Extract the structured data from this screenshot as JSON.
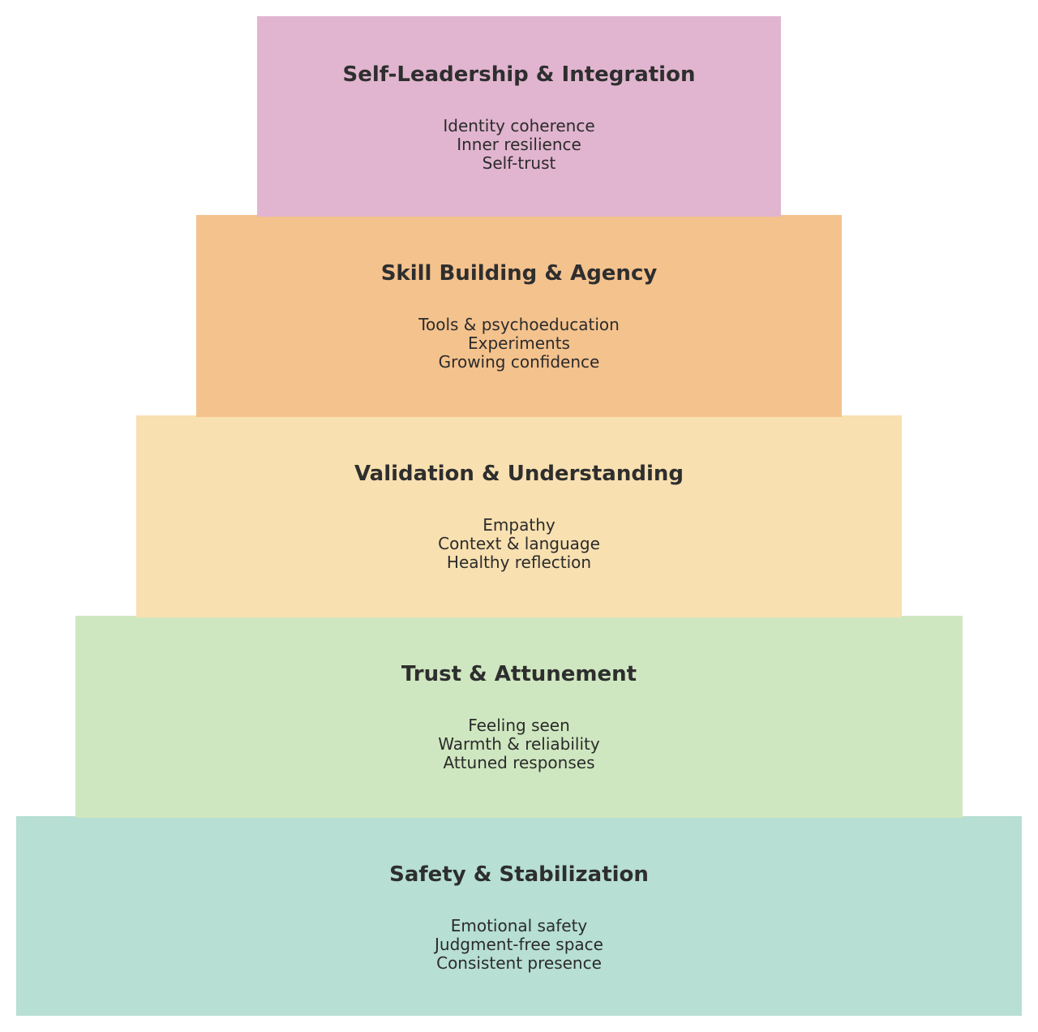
{
  "diagram": {
    "type": "pyramid",
    "orientation": "bottom-up",
    "tiers": [
      {
        "level": 5,
        "title": "Self-Leadership & Integration",
        "items": [
          "Identity coherence",
          "Inner resilience",
          "Self-trust"
        ],
        "color": "#e1b5cf"
      },
      {
        "level": 4,
        "title": "Skill Building & Agency",
        "items": [
          "Tools & psychoeducation",
          "Experiments",
          "Growing confidence"
        ],
        "color": "#f4c28d"
      },
      {
        "level": 3,
        "title": "Validation & Understanding",
        "items": [
          "Empathy",
          "Context & language",
          "Healthy reflection"
        ],
        "color": "#f8e0b0"
      },
      {
        "level": 2,
        "title": "Trust & Attunement",
        "items": [
          "Feeling seen",
          "Warmth & reliability",
          "Attuned responses"
        ],
        "color": "#cfe7c0"
      },
      {
        "level": 1,
        "title": "Safety & Stabilization",
        "items": [
          "Emotional safety",
          "Judgment-free space",
          "Consistent presence"
        ],
        "color": "#b7dfd3"
      }
    ]
  }
}
